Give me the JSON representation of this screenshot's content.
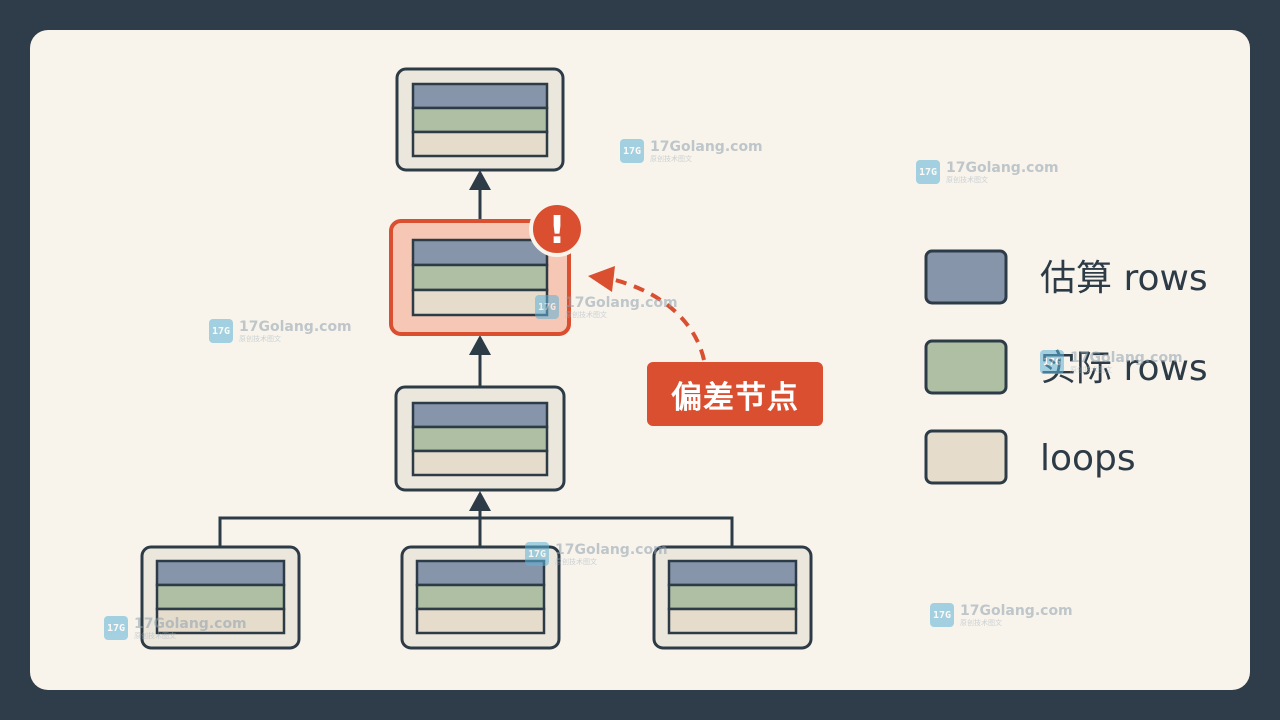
{
  "colors": {
    "background": "#2f3d4a",
    "card": "#f8f4ec",
    "estimated_rows": "#8795ab",
    "actual_rows": "#afbfa4",
    "loops": "#e5dccb",
    "node_border": "#2d3b47",
    "node_fill": "#ece7dd",
    "alert": "#d94f30",
    "alert_fill": "#f6c7b4"
  },
  "legend": {
    "items": [
      {
        "label": "估算 rows",
        "color": "#8795ab"
      },
      {
        "label": "实际 rows",
        "color": "#afbfa4"
      },
      {
        "label": "loops",
        "color": "#e5dccb"
      }
    ]
  },
  "callout": {
    "label": "偏差节点",
    "alert_symbol": "!"
  },
  "watermark": {
    "domain": "17Golang.com",
    "subtitle": "原创技术图文",
    "logo_text": "17G"
  }
}
